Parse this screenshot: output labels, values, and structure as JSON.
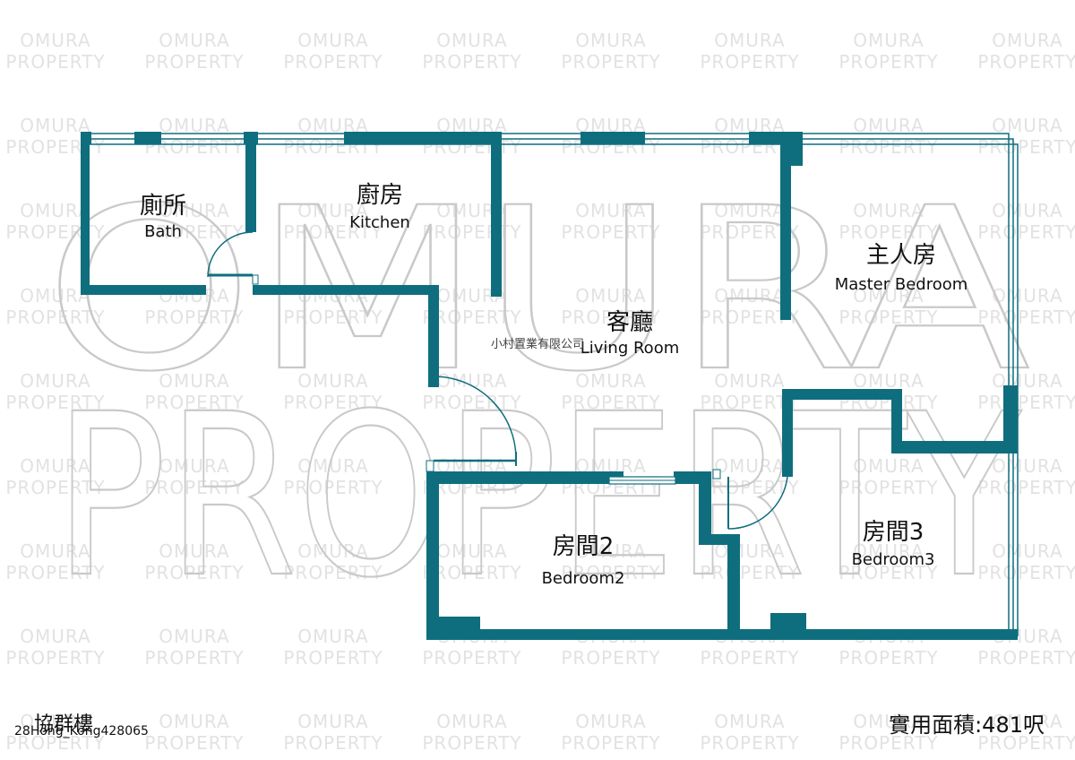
{
  "watermark": {
    "tile_line1": "OMURA",
    "tile_line2": "PROPERTY",
    "big_line1": "OMURA",
    "big_line2": "PROPERTY"
  },
  "company": "小村置業有限公司",
  "rooms": {
    "bath": {
      "zh": "廁所",
      "en": "Bath"
    },
    "kitchen": {
      "zh": "廚房",
      "en": "Kitchen"
    },
    "master": {
      "zh": "主人房",
      "en": "Master Bedroom"
    },
    "living": {
      "zh": "客廳",
      "en": "Living Room"
    },
    "bedroom2": {
      "zh": "房間2",
      "en": "Bedroom2"
    },
    "bedroom3": {
      "zh": "房間3",
      "en": "Bedroom3"
    }
  },
  "footer": {
    "building": "協群樓",
    "ref": "28Hong_Kong428065",
    "area": "實用面積:481呎"
  },
  "colors": {
    "wall": "#0f6e7e",
    "watermark": "#c9c9c9"
  }
}
